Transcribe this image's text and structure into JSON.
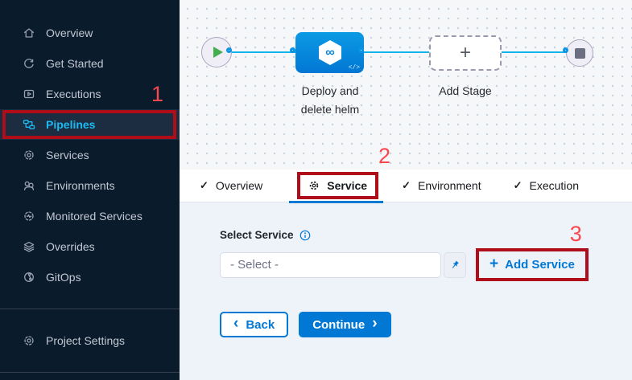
{
  "colors": {
    "sidebar_bg": "#0a1b2b",
    "sidebar_selected_bg": "#1d2d41",
    "accent_cyan": "#1cb9f2",
    "primary_blue": "#0278d5",
    "annotation_box_red": "#b00d1b",
    "annotation_number_red": "#f8484e",
    "flow_line_cyan": "#12b4ea",
    "node_blue": "#0092e4",
    "start_green": "#43ad4f",
    "canvas_bg": "#f5f7f9",
    "panel_bg": "#eef3f9"
  },
  "sidebar": {
    "items": [
      {
        "label": "Overview",
        "icon": "home-icon"
      },
      {
        "label": "Get Started",
        "icon": "restart-icon"
      },
      {
        "label": "Executions",
        "icon": "executions-icon"
      },
      {
        "label": "Pipelines",
        "icon": "pipelines-icon",
        "selected": true
      },
      {
        "label": "Services",
        "icon": "services-icon"
      },
      {
        "label": "Environments",
        "icon": "environments-icon"
      },
      {
        "label": "Monitored Services",
        "icon": "monitored-services-icon"
      },
      {
        "label": "Overrides",
        "icon": "overrides-icon"
      },
      {
        "label": "GitOps",
        "icon": "gitops-icon"
      }
    ],
    "footer_item": {
      "label": "Project Settings",
      "icon": "gear-icon"
    }
  },
  "canvas": {
    "stage_name": "Deploy and delete helm",
    "add_stage_label": "Add Stage",
    "stage_icon_glyph": "∞",
    "code_icon_glyph": "</>"
  },
  "tabs": [
    {
      "label": "Overview",
      "icon": "check"
    },
    {
      "label": "Service",
      "icon": "gear",
      "active": true
    },
    {
      "label": "Environment",
      "icon": "check"
    },
    {
      "label": "Execution",
      "icon": "check"
    }
  ],
  "glyphs": {
    "check": "✓",
    "plus": "+",
    "back_chevron": "‹",
    "continue_chevron": "›"
  },
  "panel": {
    "select_service_label": "Select Service",
    "select_value": "- Select -",
    "add_service_label": "Add Service",
    "back_label": "Back",
    "continue_label": "Continue"
  },
  "annotations": {
    "step1": "1",
    "step2": "2",
    "step3": "3"
  }
}
